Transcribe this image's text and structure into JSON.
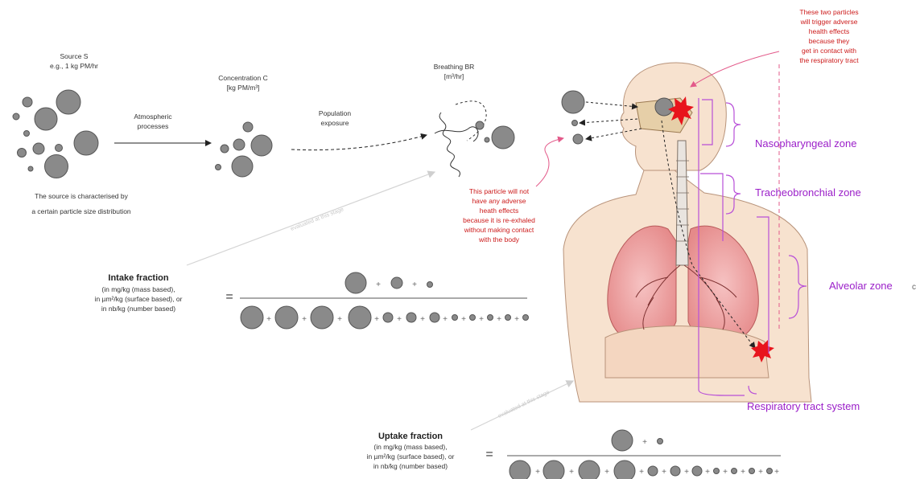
{
  "source": {
    "title": "Source S",
    "subtitle": "e.g., 1 kg PM/hr",
    "caption_line1": "The source is characterised by",
    "caption_line2": "a certain particle size distribution"
  },
  "atmospheric": {
    "line1": "Atmospheric",
    "line2": "processes"
  },
  "concentration": {
    "title": "Concentration C",
    "unit": "[kg PM/m³]"
  },
  "population": {
    "line1": "Population",
    "line2": "exposure"
  },
  "breathing": {
    "title": "Breathing BR",
    "unit": "[m³/hr]"
  },
  "intake": {
    "title": "Intake fraction",
    "line1": "(in mg/kg (mass based),",
    "line2": "in µm²/kg (surface based), or",
    "line3": "in nb/kg (number based)",
    "arrow_text": "evaluated at this stage"
  },
  "uptake": {
    "title": "Uptake fraction",
    "line1": "(in mg/kg (mass based),",
    "line2": "in µm²/kg (surface based), or",
    "line3": "in nb/kg (number based)",
    "arrow_text": "evaluated at this stage"
  },
  "equals": "=",
  "plus": "+",
  "note_top": [
    "These two particles",
    "will trigger adverse",
    "health effects",
    "because they",
    "get in contact with",
    "the respiratory tract"
  ],
  "note_mid": [
    "This particle will not",
    "have any adverse",
    "heath effects",
    "because it is re-exhaled",
    "without making contact",
    "with the body"
  ],
  "zones": {
    "nasopharyngeal": "Nasopharyngeal zone",
    "tracheobronchial": "Tracheobronchial zone",
    "alveolar": "Alveolar zone",
    "system": "Respiratory tract system"
  },
  "colors": {
    "particle": "#8a8a8a",
    "zone_label": "#9b1fc9",
    "note": "#cc1b1b",
    "skin": "#f7e2cf",
    "lung": "#f2a9a9"
  }
}
